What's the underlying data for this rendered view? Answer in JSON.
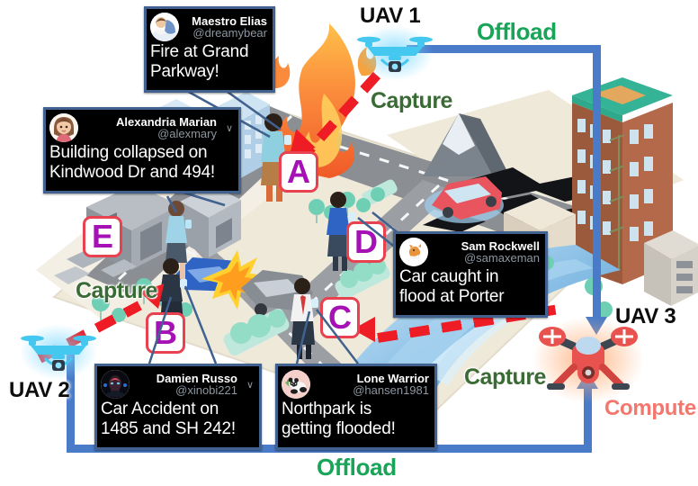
{
  "scene": {
    "title": "UAV disaster-response city scenario",
    "colors": {
      "offload_link": "#4a7bc8",
      "capture_arrow": "#ee1c25",
      "capture_text": "#3b6b35",
      "offload_text": "#18a558",
      "compute_text": "#f4776d",
      "badge_letter": "#a511b5",
      "badge_border": "#e8414f",
      "tweet_border": "#41618f",
      "tweet_bg": "#000000"
    }
  },
  "tweets": [
    {
      "id": "tweet-maestro-elias",
      "name": "Maestro Elias",
      "handle": "@dreamybear",
      "lines": [
        "Fire at Grand",
        "Parkway!"
      ],
      "caret": "",
      "avatar": "person-avatar"
    },
    {
      "id": "tweet-alexandria-marian",
      "name": "Alexandria Marian",
      "handle": "@alexmary",
      "lines": [
        "Building collapsed on",
        "Kindwood Dr and 494!"
      ],
      "caret": "∨",
      "avatar": "woman-avatar"
    },
    {
      "id": "tweet-sam-rockwell",
      "name": "Sam Rockwell",
      "handle": "@samaxeman",
      "lines": [
        "Car caught in",
        "flood at Porter"
      ],
      "caret": "",
      "avatar": "fox-avatar"
    },
    {
      "id": "tweet-damien-russo",
      "name": "Damien Russo",
      "handle": "@xinobi221",
      "lines": [
        "Car Accident on",
        "1485 and SH 242!"
      ],
      "caret": "∨",
      "avatar": "man-avatar"
    },
    {
      "id": "tweet-lone-warrior",
      "name": "Lone Warrior",
      "handle": "@hansen1981",
      "lines": [
        "Northpark is",
        "getting flooded!"
      ],
      "caret": "",
      "avatar": "panda-avatar"
    }
  ],
  "badges": [
    {
      "id": "badge-a",
      "letter": "A"
    },
    {
      "id": "badge-b",
      "letter": "B"
    },
    {
      "id": "badge-c",
      "letter": "C"
    },
    {
      "id": "badge-d",
      "letter": "D"
    },
    {
      "id": "badge-e",
      "letter": "E"
    }
  ],
  "uavs": [
    {
      "id": "uav-1",
      "label": "UAV 1",
      "kind": "blue-quadcopter"
    },
    {
      "id": "uav-2",
      "label": "UAV 2",
      "kind": "blue-quadcopter"
    },
    {
      "id": "uav-3",
      "label": "UAV 3",
      "kind": "red-quadcopter"
    }
  ],
  "labels": {
    "capture_top": "Capture",
    "capture_left": "Capture",
    "capture_bottom": "Capture",
    "offload_top": "Offload",
    "offload_bottom": "Offload",
    "compute": "Compute"
  }
}
